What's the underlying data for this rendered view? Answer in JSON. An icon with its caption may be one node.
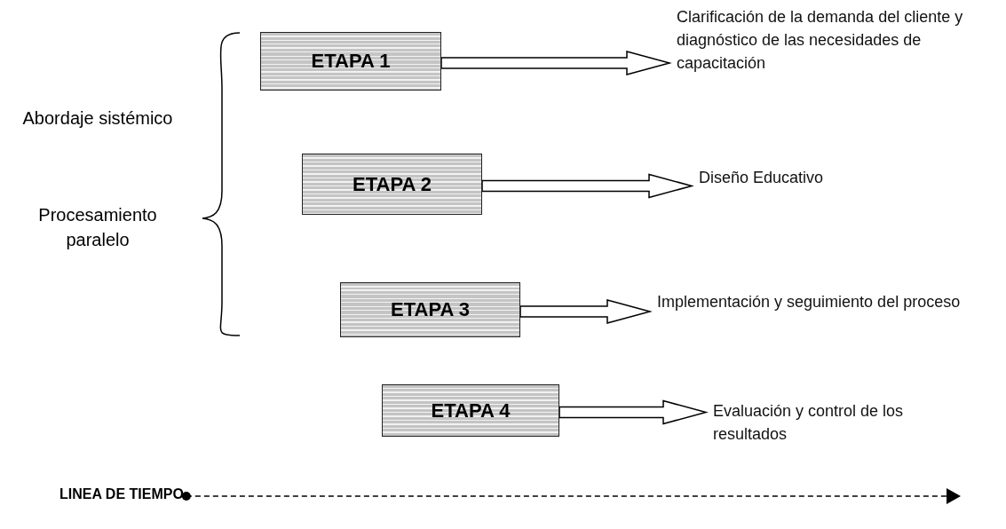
{
  "diagram": {
    "nodes": [
      {
        "text": [
          "ETAPA 1"
        ]
      },
      {
        "text": [
          "Clarificación de la demanda del cliente y diagnóstico de las necesidades de capacitación"
        ]
      },
      {
        "text": [
          "ETAPA 2"
        ]
      },
      {
        "text": [
          "Diseño Educativo"
        ]
      },
      {
        "text": [
          "ETAPA 3"
        ]
      },
      {
        "text": [
          "Implementación y seguimiento del proceso"
        ]
      },
      {
        "text": [
          "ETAPA 4"
        ]
      },
      {
        "text": [
          "Evaluación y control de los resultados"
        ]
      },
      {
        "text": [
          "LINEA DE TIEMPO"
        ]
      }
    ],
    "edges": [
      {
        "from": 0,
        "to": 1,
        "arrow": "to"
      },
      {
        "from": 2,
        "to": 3,
        "arrow": "to"
      },
      {
        "from": 4,
        "to": 5,
        "arrow": "to"
      },
      {
        "from": 6,
        "to": 7,
        "arrow": "to"
      },
      {
        "from": 8,
        "to": null,
        "arrow": "to",
        "style": "dashed"
      }
    ],
    "labels": [
      "Abordaje sistémico",
      "Procesamiento paralelo"
    ]
  }
}
